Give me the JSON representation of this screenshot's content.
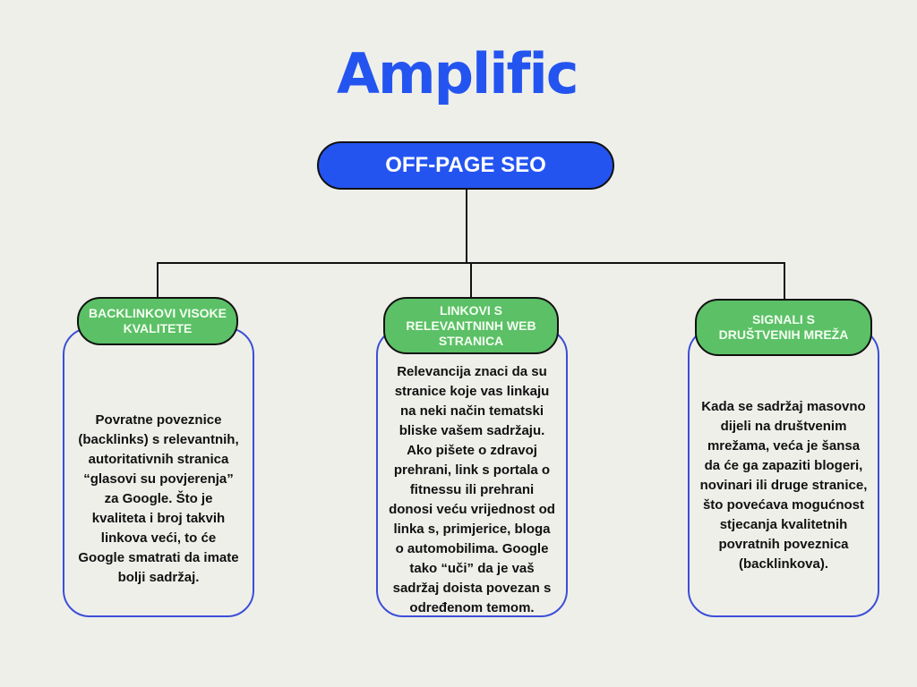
{
  "brand": {
    "name": "Amplific",
    "color": "#2454f0"
  },
  "root": {
    "label": "OFF-PAGE SEO",
    "color": "#2454f0"
  },
  "colors": {
    "pill": "#5bc066",
    "card_border": "#3b4fd6",
    "background": "#efefea"
  },
  "branches": [
    {
      "title": "BACKLINKOVI VISOKE KVALITETE",
      "text": "Povratne poveznice (backlinks) s relevantnih, autoritativnih stranica “glasovi su povjerenja” za Google. Što je kvaliteta i broj takvih linkova veći, to će Google smatrati da imate bolji sadržaj."
    },
    {
      "title": "LINKOVI S RELEVANTNINH WEB STRANICA",
      "text": "Relevancija znaci da su stranice koje vas linkaju na neki način tematski bliske vašem sadržaju. Ako pišete o zdravoj prehrani, link s portala o fitnessu ili prehrani donosi veću vrijednost od linka s, primjerice, bloga o automobilima. Google tako “uči” da je vaš sadržaj doista povezan s određenom temom."
    },
    {
      "title": "SIGNALI S DRUŠTVENIH MREŽA",
      "text": "Kada se sadržaj masovno dijeli na društvenim mrežama, veća je šansa da će ga zapaziti blogeri, novinari ili druge stranice, što povećava mogućnost stjecanja kvalitetnih povratnih poveznica (backlinkova)."
    }
  ]
}
